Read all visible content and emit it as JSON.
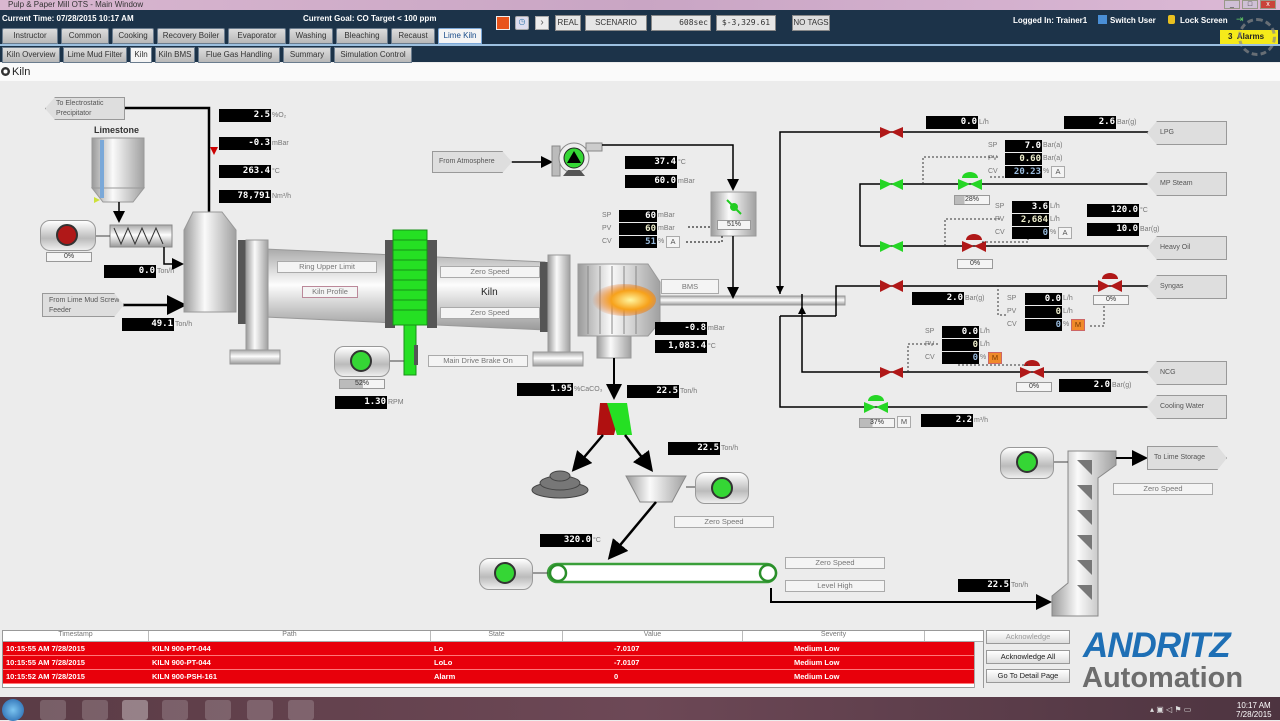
{
  "window": {
    "title": "Pulp & Paper Mill OTS - Main Window"
  },
  "header": {
    "current_time": "Current Time: 07/28/2015 10:17 AM",
    "current_goal": "Current Goal:  CO Target < 100 ppm",
    "real_label": "REAL",
    "scenario_label": "SCENARIO",
    "elapsed": "608sec",
    "cost": "$-3,329.61",
    "no_tags_label": "NO TAGS",
    "logged_in": "Logged In: Trainer1",
    "switch_user": "Switch User",
    "lock_screen": "Lock Screen",
    "alarm_count": "3",
    "alarms_label": "Alarms"
  },
  "main_tabs": [
    {
      "label": "Instructor"
    },
    {
      "label": "Common"
    },
    {
      "label": "Cooking"
    },
    {
      "label": "Recovery Boiler"
    },
    {
      "label": "Evaporator"
    },
    {
      "label": "Washing"
    },
    {
      "label": "Bleaching"
    },
    {
      "label": "Recaust"
    },
    {
      "label": "Lime Kiln",
      "active": true
    }
  ],
  "sub_tabs": [
    {
      "label": "Kiln Overview"
    },
    {
      "label": "Lime Mud Filter"
    },
    {
      "label": "Kiln",
      "active": true
    },
    {
      "label": "Kiln BMS"
    },
    {
      "label": "Flue Gas Handling"
    },
    {
      "label": "Summary"
    },
    {
      "label": "Simulation Control"
    }
  ],
  "page_title": "Kiln",
  "process": {
    "to_esp": "To Electrostatic Precipitator",
    "limestone_label": "Limestone",
    "limestone_motor_pct": "0%",
    "limestone_flow": {
      "value": "0.0",
      "unit": "Ton/h"
    },
    "from_lime_mud": "From Lime Mud Screw Feeder",
    "lime_mud_flow": {
      "value": "49.1",
      "unit": "Ton/h"
    },
    "o2": {
      "value": "2.5",
      "unit": "%O₂"
    },
    "draft": {
      "value": "-0.3",
      "unit": "mBar"
    },
    "flue_temp": {
      "value": "263.4",
      "unit": "°C"
    },
    "flue_flow": {
      "value": "78,791",
      "unit": "Nm³/h"
    },
    "ring_upper_limit": "Ring Upper Limit",
    "kiln_profile": "Kiln Profile",
    "kiln_label": "Kiln",
    "zero_speed_top": "Zero Speed",
    "zero_speed_bottom": "Zero Speed",
    "main_drive_brake": "Main Drive Brake On",
    "drive_motor_pct": "52%",
    "drive_speed": {
      "value": "1.30",
      "unit": "RPM"
    },
    "from_atmosphere": "From Atmosphere",
    "pa_temp": {
      "value": "37.4",
      "unit": "°C"
    },
    "pa_press": {
      "value": "60.0",
      "unit": "mBar"
    },
    "pa_ctrl": {
      "sp": "60",
      "pv": "60",
      "cv": "51",
      "sp_unit": "mBar",
      "pv_unit": "mBar",
      "cv_unit": "%",
      "mode": "A"
    },
    "pa_damper_pct": "51%",
    "bms_label": "BMS",
    "hood_press": {
      "value": "-0.8",
      "unit": "mBar"
    },
    "hood_temp": {
      "value": "1,083.4",
      "unit": "°C"
    },
    "caco3": {
      "value": "1.95",
      "unit": "%CaCO₃"
    },
    "lime_out_flow": {
      "value": "22.5",
      "unit": "Ton/h"
    },
    "crusher_flow": {
      "value": "22.5",
      "unit": "Ton/h"
    },
    "crusher_status": "Zero Speed",
    "conveyor_temp": {
      "value": "320.0",
      "unit": "°C"
    },
    "conveyor_status": "Zero Speed",
    "conveyor_level": "Level High",
    "elevator_flow": {
      "value": "22.5",
      "unit": "Ton/h"
    },
    "to_lime_storage": "To Lime Storage",
    "elevator_status": "Zero Speed"
  },
  "fuels": {
    "lpg": {
      "label": "LPG",
      "flow": {
        "value": "0.0",
        "unit": "L/h"
      },
      "press": {
        "value": "2.6",
        "unit": "Bar(g)"
      }
    },
    "mp_steam": {
      "label": "MP Steam",
      "ctrl": {
        "sp": "7.0",
        "pv": "0.60",
        "cv": "20.23",
        "sp_unit": "Bar(a)",
        "pv_unit": "Bar(a)",
        "cv_unit": "%",
        "mode": "A"
      },
      "valve_pct": "28%"
    },
    "heavy_oil": {
      "label": "Heavy Oil",
      "ctrl": {
        "sp": "3.6",
        "pv": "2,684",
        "cv": "0",
        "sp_unit": "L/h",
        "pv_unit": "L/h",
        "cv_unit": "%",
        "mode": "A"
      },
      "valve_pct": "0%",
      "temp": {
        "value": "120.0",
        "unit": "°C"
      },
      "press": {
        "value": "10.0",
        "unit": "Bar(g)"
      }
    },
    "syngas": {
      "label": "Syngas",
      "press": {
        "value": "2.0",
        "unit": "Bar(g)"
      },
      "ctrl": {
        "sp": "0.0",
        "pv": "0",
        "cv": "0",
        "sp_unit": "L/h",
        "pv_unit": "L/h",
        "cv_unit": "%",
        "mode": "M"
      },
      "valve_pct": "0%"
    },
    "ncg": {
      "label": "NCG",
      "ctrl": {
        "sp": "0.0",
        "pv": "0",
        "cv": "0",
        "sp_unit": "L/h",
        "pv_unit": "L/h",
        "cv_unit": "%",
        "mode": "M"
      },
      "valve_pct": "0%",
      "press": {
        "value": "2.0",
        "unit": "Bar(g)"
      }
    },
    "cooling_water": {
      "label": "Cooling Water",
      "valve_pct": "37%",
      "mode": "M",
      "flow": {
        "value": "2.2",
        "unit": "m³/h"
      }
    }
  },
  "ctrl_labels": {
    "sp": "SP",
    "pv": "PV",
    "cv": "CV"
  },
  "alarms": {
    "columns": [
      "Timestamp",
      "Path",
      "State",
      "Value",
      "Severity"
    ],
    "rows": [
      {
        "timestamp": "10:15:55 AM 7/28/2015",
        "path": "KILN  900-PT-044",
        "state": "Lo",
        "value": "-7.0107",
        "severity": "Medium Low"
      },
      {
        "timestamp": "10:15:55 AM 7/28/2015",
        "path": "KILN  900-PT-044",
        "state": "LoLo",
        "value": "-7.0107",
        "severity": "Medium Low"
      },
      {
        "timestamp": "10:15:52 AM 7/28/2015",
        "path": "KILN  900-PSH-161",
        "state": "Alarm",
        "value": "0",
        "severity": "Medium Low"
      }
    ],
    "acknowledge": "Acknowledge",
    "acknowledge_all": "Acknowledge All",
    "go_to_detail": "Go To Detail Page"
  },
  "brand": {
    "name": "ANDRITZ",
    "sub": "Automation",
    "color": "#1e6fb5"
  },
  "taskbar": {
    "time": "10:17 AM",
    "date": "7/28/2015"
  }
}
